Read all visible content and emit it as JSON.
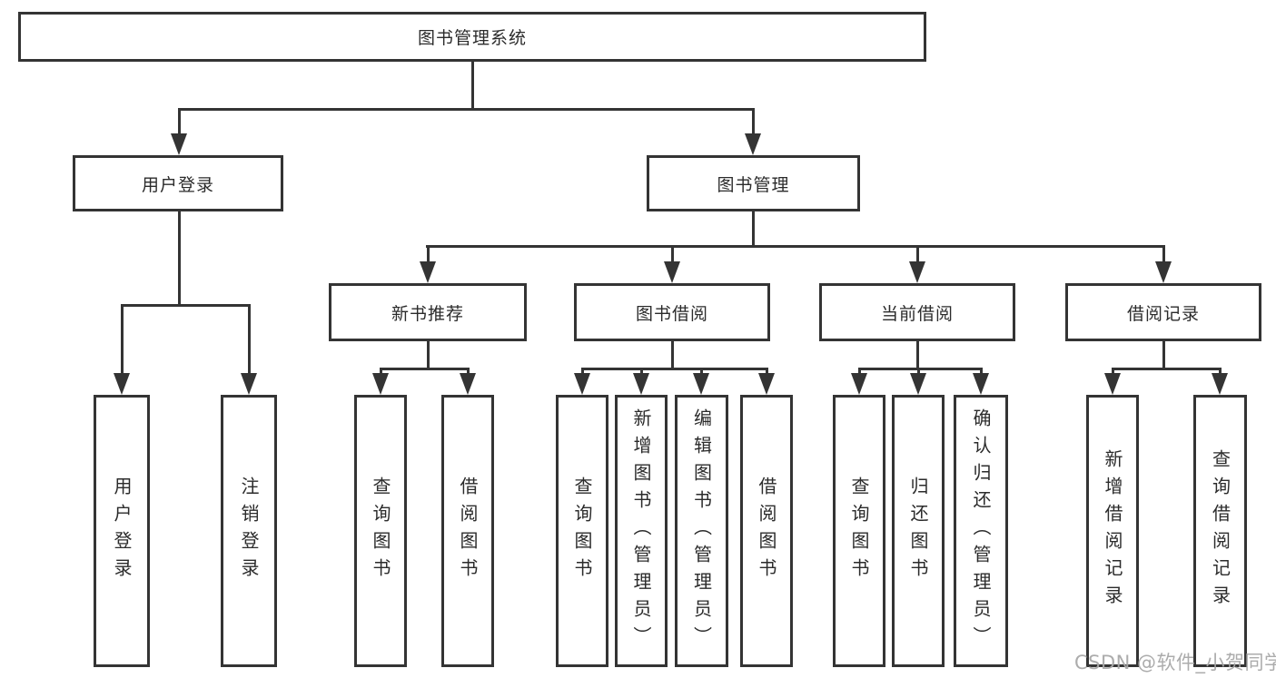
{
  "root": {
    "label": "图书管理系统"
  },
  "level1": [
    {
      "label": "用户登录"
    },
    {
      "label": "图书管理"
    }
  ],
  "level2": [
    {
      "label": "新书推荐"
    },
    {
      "label": "图书借阅"
    },
    {
      "label": "当前借阅"
    },
    {
      "label": "借阅记录"
    }
  ],
  "leaves": {
    "user": [
      "用户登录",
      "注销登录"
    ],
    "recommend": [
      "查询图书",
      "借阅图书"
    ],
    "borrow": [
      "查询图书",
      "新增图书（管理员）",
      "编辑图书（管理员）",
      "借阅图书"
    ],
    "current": [
      "查询图书",
      "归还图书",
      "确认归还（管理员）"
    ],
    "records": [
      "新增借阅记录",
      "查询借阅记录"
    ]
  },
  "watermark": "CSDN @软件_小贺同学",
  "colors": {
    "line": "#343434",
    "box_border": "#343434",
    "text": "#2b2b2b",
    "watermark": "#a8a8a8",
    "background": "#ffffff"
  }
}
